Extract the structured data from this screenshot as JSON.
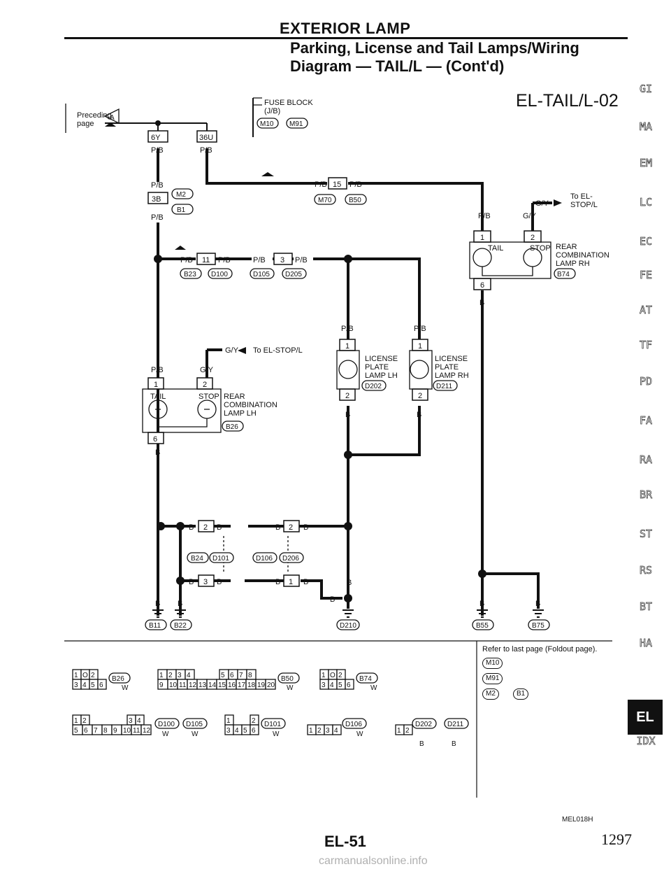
{
  "header": {
    "section": "EXTERIOR LAMP",
    "title_line1": "Parking, License and Tail Lamps/Wiring",
    "title_line2": "Diagram — TAIL/L — (Cont'd)",
    "diagram_code": "EL-TAIL/L-02"
  },
  "preceding": {
    "text1": "Preceding",
    "text2": "page",
    "letter": "A"
  },
  "fuse_block": {
    "line1": "FUSE BLOCK",
    "line2": "(J/B)",
    "c1": "M10",
    "c2": "M91"
  },
  "connectors": {
    "c6y": "6Y",
    "c36u": "36U",
    "c3b": "3B",
    "m2": "M2",
    "b1": "B1",
    "c15": "15",
    "m70": "M70",
    "b50": "B50",
    "c11": "11",
    "b23": "B23",
    "d100": "D100",
    "c3": "3",
    "d105": "D105",
    "d205": "D205",
    "b24": "B24",
    "d101": "D101",
    "d106": "D106",
    "d206": "D206",
    "n1": "1",
    "n2": "2",
    "n3": "3",
    "n6": "6"
  },
  "wires": {
    "pb": "P/B",
    "gy": "G/Y",
    "b": "B"
  },
  "components": {
    "tail": "TAIL",
    "stop": "STOP",
    "to_stop": "To EL-STOP/L",
    "to_el": "To EL-",
    "stop_l": "STOP/L",
    "rear_lh": [
      "REAR",
      "COMBINATION",
      "LAMP LH"
    ],
    "b26": "B26",
    "rear_rh": [
      "REAR",
      "COMBINATION",
      "LAMP RH"
    ],
    "b74": "B74",
    "lic_lh": [
      "LICENSE",
      "PLATE",
      "LAMP LH"
    ],
    "d202": "D202",
    "lic_rh": [
      "LICENSE",
      "PLATE",
      "LAMP RH"
    ],
    "d211": "D211"
  },
  "grounds": {
    "b11": "B11",
    "b22": "B22",
    "d210": "D210",
    "b55": "B55",
    "b75": "B75"
  },
  "connector_views": {
    "b26": {
      "top": [
        "1",
        "O",
        "2"
      ],
      "bottom": [
        "3",
        "4",
        "5",
        "6"
      ],
      "id": "B26",
      "color": "W"
    },
    "b50": {
      "top": [
        "1",
        "2",
        "3",
        "4",
        "5",
        "6",
        "7",
        "8"
      ],
      "bottom": [
        "9",
        "10",
        "11",
        "12",
        "13",
        "14",
        "15",
        "16",
        "17",
        "18",
        "19",
        "20"
      ],
      "id": "B50",
      "color": "W"
    },
    "b74": {
      "top": [
        "1",
        "O",
        "2"
      ],
      "bottom": [
        "3",
        "4",
        "5",
        "6"
      ],
      "id": "B74",
      "color": "W"
    },
    "d100": {
      "top": [
        "1",
        "2",
        "3",
        "4"
      ],
      "bottom": [
        "5",
        "6",
        "7",
        "8",
        "9",
        "10",
        "11",
        "12"
      ],
      "id": "D100",
      "id2": "D105",
      "color": "W",
      "color2": "W"
    },
    "d101": {
      "top": [
        "1",
        "2"
      ],
      "bottom": [
        "3",
        "4",
        "5",
        "6"
      ],
      "id": "D101",
      "color": "W"
    },
    "d106": {
      "bottom": [
        "1",
        "2",
        "3",
        "4"
      ],
      "id": "D106",
      "color": "W"
    },
    "d202": {
      "cells": [
        "1",
        "2"
      ],
      "id": "D202",
      "id2": "D211",
      "color": "B",
      "color2": "B"
    }
  },
  "refer": {
    "text": "Refer to last page (Foldout page).",
    "r1": "M10",
    "r2": "M91",
    "r3": "M2",
    "r4": "B1"
  },
  "sidebar": [
    "GI",
    "MA",
    "EM",
    "LC",
    "EC",
    "FE",
    "AT",
    "TF",
    "PD",
    "FA",
    "RA",
    "BR",
    "ST",
    "RS",
    "BT",
    "HA",
    "EL",
    "IDX"
  ],
  "footer": {
    "fig_id": "MEL018H",
    "page": "EL-51",
    "page_num": "1297",
    "watermark": "carmanualsonline.info"
  }
}
